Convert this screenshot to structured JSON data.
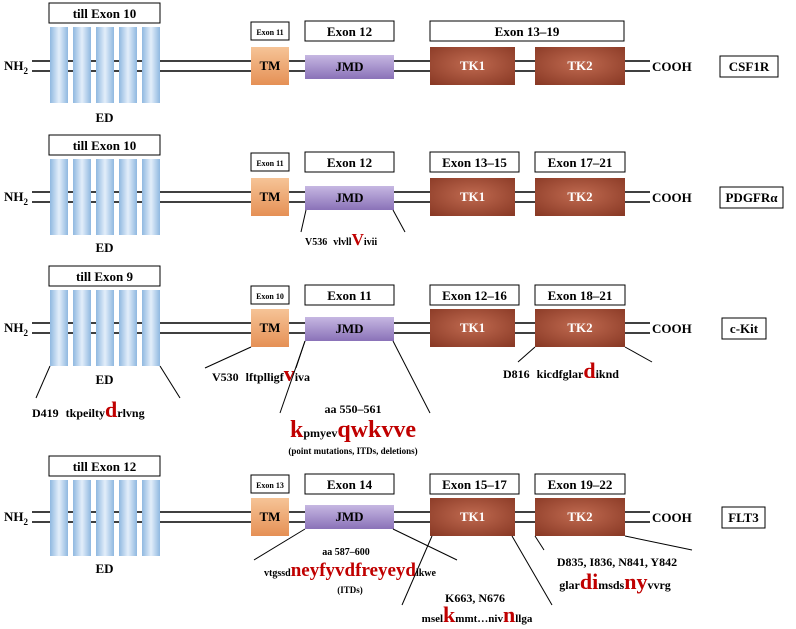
{
  "colors": {
    "ed_bar": "#bcd6ee",
    "tm": "#eea56c",
    "jmd": "#a38fc7",
    "tk": "#a8503a",
    "mutation_red": "#c00000"
  },
  "common": {
    "nh2": "NH",
    "nh2_sub": "2",
    "cooh": "COOH",
    "ed": "ED",
    "tm": "TM",
    "jmd": "JMD",
    "tk1": "TK1",
    "tk2": "TK2"
  },
  "receptors": [
    {
      "name": "CSF1R",
      "ed_exon": "till Exon 10",
      "tm_exon": "Exon 11",
      "jmd_exon": "Exon 12",
      "tk_exon": "Exon 13–19"
    },
    {
      "name": "PDGFRα",
      "ed_exon": "till Exon 10",
      "tm_exon": "Exon 11",
      "jmd_exon": "Exon 12",
      "tk1_exon": "Exon 13–15",
      "tk2_exon": "Exon 17–21",
      "mutation_jmd": {
        "pos": "V536",
        "pre": "vlvll",
        "hot": "V",
        "post": "ivii"
      }
    },
    {
      "name": "c-Kit",
      "ed_exon": "till Exon 9",
      "tm_exon": "Exon 10",
      "jmd_exon": "Exon 11",
      "tk1_exon": "Exon 12–16",
      "tk2_exon": "Exon 18–21",
      "mutation_ed": {
        "pos": "D419",
        "pre": "tkpeilty",
        "hot": "d",
        "post": "rlvng"
      },
      "mutation_tm": {
        "pos": "V530",
        "pre": "lftpllig",
        "hot2": "f",
        "hot": "v",
        "post": "iva"
      },
      "mutation_jmd": {
        "range": "aa 550–561",
        "hot1": "k",
        "mid": "pmyev",
        "hot2": "qwkvve",
        "note": "(point mutations, ITDs, deletions)"
      },
      "mutation_tk2": {
        "pos": "D816",
        "pre": "kicdfglar",
        "hot": "d",
        "post": "iknd"
      }
    },
    {
      "name": "FLT3",
      "ed_exon": "till Exon 12",
      "tm_exon": "Exon 13",
      "jmd_exon": "Exon 14",
      "tk1_exon": "Exon 15–17",
      "tk2_exon": "Exon 19–22",
      "mutation_jmd": {
        "range": "aa 587–600",
        "pre": "vtgssd",
        "hot": "neyfyvdfreyeyd",
        "post": "lkwe",
        "note": "(ITDs)"
      },
      "mutation_tk1": {
        "pos": "K663, N676",
        "pre": "msel",
        "hot1": "k",
        "mid": "mmt…niv",
        "hot2": "n",
        "post": "llga"
      },
      "mutation_tk2": {
        "pos": "D835, I836, N841, Y842",
        "pre": "glar",
        "hot1": "di",
        "mid": "msds",
        "hot2": "ny",
        "post": "vvrg"
      }
    }
  ]
}
